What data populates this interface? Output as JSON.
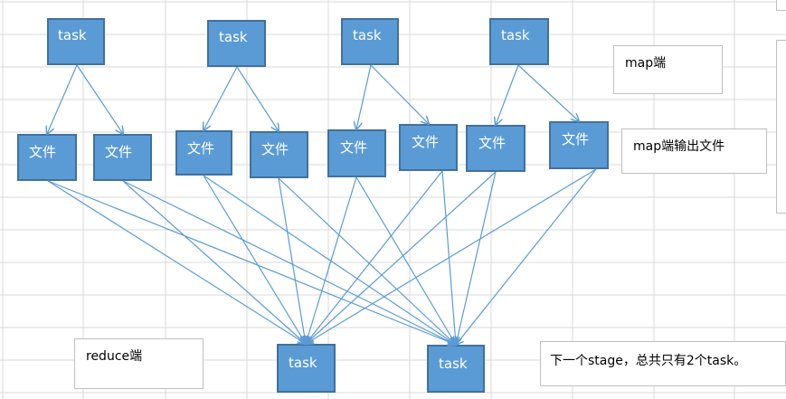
{
  "diagram": {
    "task_nodes_top": [
      {
        "id": "t1",
        "label": "task"
      },
      {
        "id": "t2",
        "label": "task"
      },
      {
        "id": "t3",
        "label": "task"
      },
      {
        "id": "t4",
        "label": "task"
      }
    ],
    "file_nodes": [
      {
        "id": "f1",
        "label": "文件"
      },
      {
        "id": "f2",
        "label": "文件"
      },
      {
        "id": "f3",
        "label": "文件"
      },
      {
        "id": "f4",
        "label": "文件"
      },
      {
        "id": "f5",
        "label": "文件"
      },
      {
        "id": "f6",
        "label": "文件"
      },
      {
        "id": "f7",
        "label": "文件"
      },
      {
        "id": "f8",
        "label": "文件"
      }
    ],
    "task_nodes_bottom": [
      {
        "id": "r1",
        "label": "task"
      },
      {
        "id": "r2",
        "label": "task"
      }
    ],
    "notes": {
      "map_side": "map端",
      "map_output": "map端输出文件",
      "reduce_side": "reduce端",
      "next_stage": "下一个stage，总共只有2个task。"
    },
    "edges": [
      [
        "t1",
        "f1"
      ],
      [
        "t1",
        "f2"
      ],
      [
        "t2",
        "f3"
      ],
      [
        "t2",
        "f4"
      ],
      [
        "t3",
        "f5"
      ],
      [
        "t3",
        "f6"
      ],
      [
        "t4",
        "f7"
      ],
      [
        "t4",
        "f8"
      ],
      [
        "f1",
        "r1"
      ],
      [
        "f1",
        "r2"
      ],
      [
        "f2",
        "r1"
      ],
      [
        "f2",
        "r2"
      ],
      [
        "f3",
        "r1"
      ],
      [
        "f3",
        "r2"
      ],
      [
        "f4",
        "r1"
      ],
      [
        "f4",
        "r2"
      ],
      [
        "f5",
        "r1"
      ],
      [
        "f5",
        "r2"
      ],
      [
        "f6",
        "r1"
      ],
      [
        "f6",
        "r2"
      ],
      [
        "f7",
        "r1"
      ],
      [
        "f7",
        "r2"
      ],
      [
        "f8",
        "r1"
      ],
      [
        "f8",
        "r2"
      ]
    ],
    "colors": {
      "node_fill": "#5b9bd5",
      "node_border": "#41719c",
      "edge": "#5b9bd5",
      "grid": "#d9d9d9"
    }
  }
}
